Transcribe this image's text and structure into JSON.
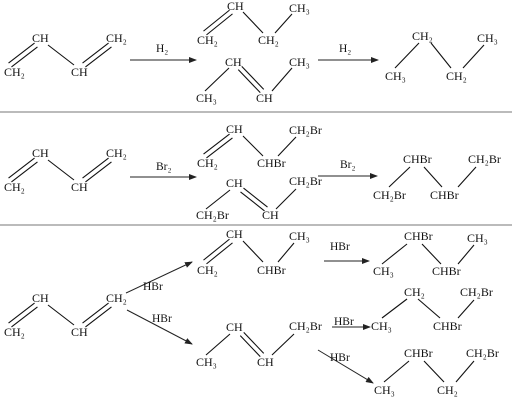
{
  "groups": {
    "CH": "CH",
    "CH2": "CH₂",
    "CH3": "CH₃",
    "CHBr": "CHBr",
    "CH2Br": "CH₂Br"
  },
  "reagents": {
    "H2": "H₂",
    "Br2": "Br₂",
    "HBr": "HBr"
  }
}
